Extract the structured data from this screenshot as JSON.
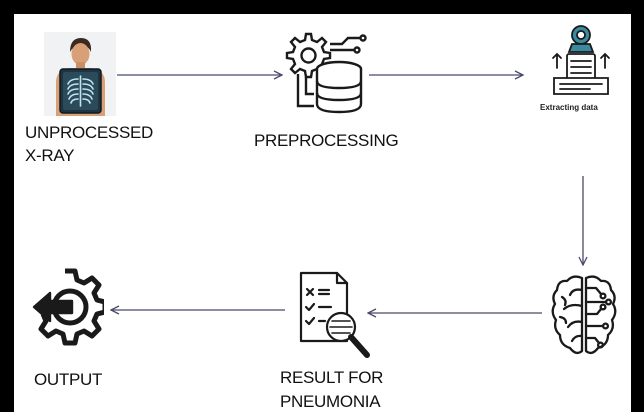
{
  "steps": {
    "xray": {
      "line1": "UNPROCESSED",
      "line2": "X-RAY"
    },
    "preprocessing": {
      "label": "PREPROCESSING"
    },
    "extracting": {
      "label": "Extracting data"
    },
    "result": {
      "line1": "RESULT FOR",
      "line2": "PNEUMONIA"
    },
    "output": {
      "label": "OUTPUT"
    }
  },
  "colors": {
    "arrow": "#4a4a6a",
    "icon_dark": "#1a1a1a",
    "xray_bg": "#f1f2f4",
    "xray_film": "#2b4a5a",
    "xray_skin": "#d9a077",
    "xray_hair": "#3a2a20",
    "extract_accent": "#3a8aa0"
  }
}
